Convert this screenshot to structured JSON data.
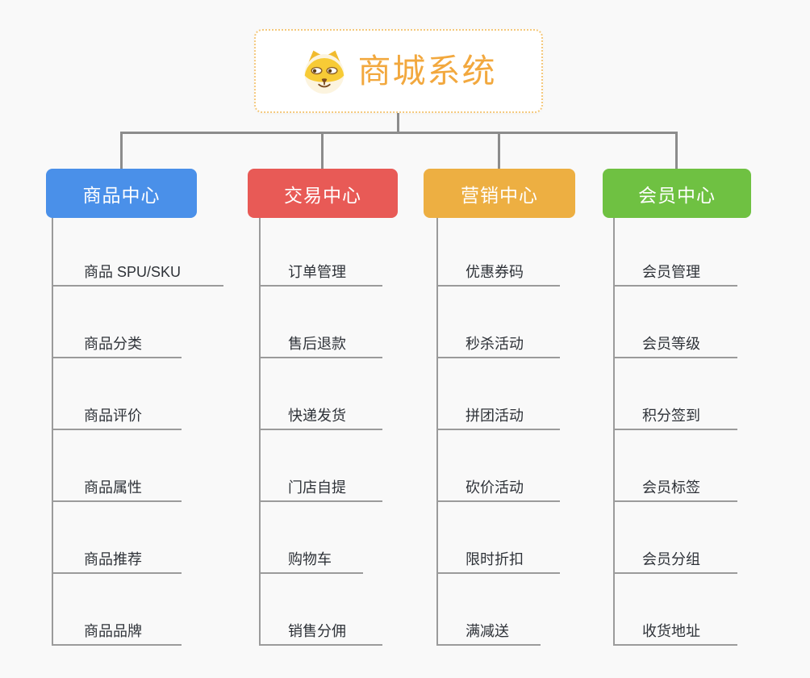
{
  "canvas": {
    "background": "#f9f9f9",
    "connector_color": "#8c8c8c",
    "child_line_color": "#9b9b9b",
    "child_text_color": "#2e3238"
  },
  "root": {
    "title": "商城系统",
    "icon": "dog-face-icon",
    "text_color": "#f2a83e",
    "border_color": "#f4c87c",
    "background": "#ffffff"
  },
  "branches": [
    {
      "label": "商品中心",
      "color": "#4a90e9",
      "children": [
        "商品 SPU/SKU",
        "商品分类",
        "商品评价",
        "商品属性",
        "商品推荐",
        "商品品牌"
      ]
    },
    {
      "label": "交易中心",
      "color": "#e85a56",
      "children": [
        "订单管理",
        "售后退款",
        "快递发货",
        "门店自提",
        "购物车",
        "销售分佣"
      ]
    },
    {
      "label": "营销中心",
      "color": "#edaf42",
      "children": [
        "优惠券码",
        "秒杀活动",
        "拼团活动",
        "砍价活动",
        "限时折扣",
        "满减送"
      ]
    },
    {
      "label": "会员中心",
      "color": "#6fc142",
      "children": [
        "会员管理",
        "会员等级",
        "积分签到",
        "会员标签",
        "会员分组",
        "收货地址"
      ]
    }
  ]
}
